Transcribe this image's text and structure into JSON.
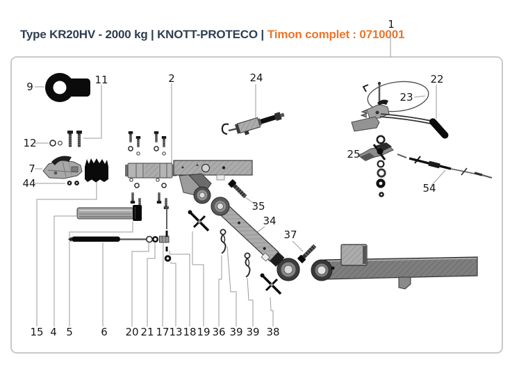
{
  "header": {
    "title_main": "Type KR20HV - 2000 kg | KNOTT-PROTECO |",
    "title_accent": "Timon complet : 0710001",
    "title_color": "#2e3d52",
    "accent_color": "#e8762a"
  },
  "diagram": {
    "frame_border_color": "#c9c9c9",
    "callouts": {
      "c1": "1",
      "c9": "9",
      "c11": "11",
      "c2": "2",
      "c24": "24",
      "c22": "22",
      "c23": "23",
      "c25": "25",
      "c54": "54",
      "c12": "12",
      "c7": "7",
      "c44": "44",
      "c35": "35",
      "c34": "34",
      "c37": "37",
      "c15": "15",
      "c4": "4",
      "c5": "5",
      "c6": "6",
      "c20": "20",
      "c21": "21",
      "c17": "17",
      "c13": "13",
      "c18": "18",
      "c19": "19",
      "c36": "36",
      "c39a": "39",
      "c39b": "39",
      "c38": "38"
    }
  }
}
